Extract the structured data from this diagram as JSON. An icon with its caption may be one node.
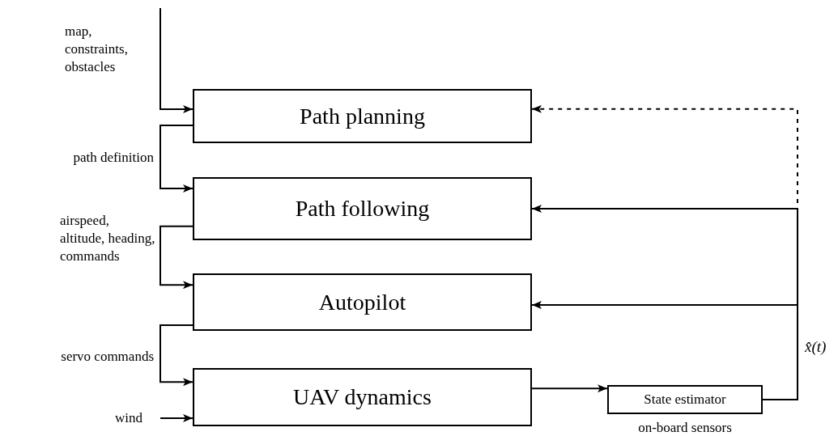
{
  "diagram": {
    "nodes": [
      {
        "text": [
          "Path planning"
        ]
      },
      {
        "text": [
          "Path following"
        ]
      },
      {
        "text": [
          "Autopilot"
        ]
      },
      {
        "text": [
          "UAV dynamics"
        ]
      },
      {
        "text": [
          "State estimator"
        ],
        "beside": [
          "on-board sensors"
        ]
      }
    ],
    "edges": [
      {
        "from": null,
        "to": 0,
        "arrow": "to",
        "label": "map, constraints, obstacles"
      },
      {
        "from": 0,
        "to": 1,
        "arrow": "to",
        "label": "path definition"
      },
      {
        "from": 1,
        "to": 2,
        "arrow": "to",
        "label": "airspeed, altitude, heading, commands"
      },
      {
        "from": 2,
        "to": 3,
        "arrow": "to",
        "label": "servo commands"
      },
      {
        "from": null,
        "to": 3,
        "arrow": "to",
        "label": "wind"
      },
      {
        "from": 3,
        "to": 4,
        "arrow": "to"
      },
      {
        "from": 4,
        "to": 0,
        "arrow": "to",
        "style": "dashed"
      },
      {
        "from": 4,
        "to": 1,
        "arrow": "to"
      },
      {
        "from": 4,
        "to": 2,
        "arrow": "to"
      }
    ],
    "labels": [
      "x̂(t)"
    ]
  }
}
